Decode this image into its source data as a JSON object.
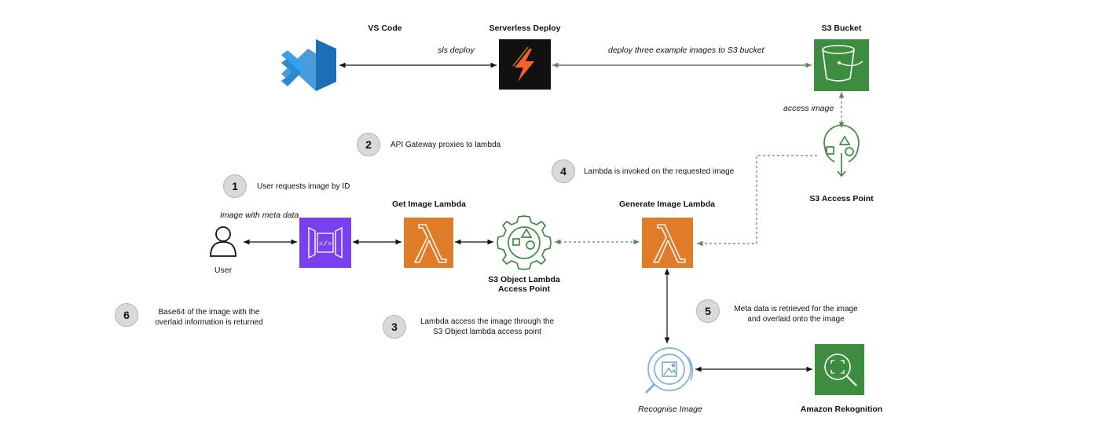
{
  "nodes": {
    "vscode": {
      "label": "VS Code"
    },
    "serverless": {
      "label": "Serverless Deploy"
    },
    "s3_bucket": {
      "label": "S3 Bucket"
    },
    "s3_access_point": {
      "label": "S3 Access Point"
    },
    "user": {
      "label": "User"
    },
    "get_image_lambda": {
      "label": "Get Image Lambda"
    },
    "s3_object_lambda": {
      "label_line1": "S3 Object Lambda",
      "label_line2": "Access Point"
    },
    "generate_image_lambda": {
      "label": "Generate Image Lambda"
    },
    "recognise_image": {
      "label": "Recognise Image"
    },
    "rekognition": {
      "label": "Amazon Rekognition"
    }
  },
  "edges": {
    "sls_deploy": "sls deploy",
    "deploy_images": "deploy three example images to S3 bucket",
    "access_image": "access image",
    "image_meta": "Image with meta data"
  },
  "steps": [
    {
      "num": "1",
      "line1": "User requests image by ID",
      "line2": ""
    },
    {
      "num": "2",
      "line1": "API Gateway proxies to lambda",
      "line2": ""
    },
    {
      "num": "3",
      "line1": "Lambda access the image through the",
      "line2": "S3 Object lambda access point"
    },
    {
      "num": "4",
      "line1": "Lambda is invoked on the requested image",
      "line2": ""
    },
    {
      "num": "5",
      "line1": "Meta data is retrieved for the image",
      "line2": "and overlaid onto the image"
    },
    {
      "num": "6",
      "line1": "Base64 of the image with the",
      "line2": "overlaid information is returned"
    }
  ],
  "colors": {
    "lambda_orange": "#e07b28",
    "api_gateway_purple": "#7b3ff2",
    "s3_green": "#3d8c40",
    "rekognition_green": "#3d8c40",
    "serverless_bg": "#111111",
    "serverless_bolt": "#f26522",
    "vscode_blue": "#2a8ad4",
    "arrow_black": "#111111",
    "arrow_green": "#5a8a5a",
    "badge_gray": "#d9d9d9"
  },
  "icons": {
    "vscode": "vscode-logo-icon",
    "serverless": "serverless-bolt-icon",
    "s3_bucket": "bucket-icon",
    "s3_access_point": "access-point-icon",
    "user": "user-icon",
    "api_gateway": "api-gateway-icon",
    "lambda": "lambda-icon",
    "object_lambda": "gear-shapes-icon",
    "recognise": "image-search-icon",
    "rekognition": "rekognition-scan-icon"
  }
}
